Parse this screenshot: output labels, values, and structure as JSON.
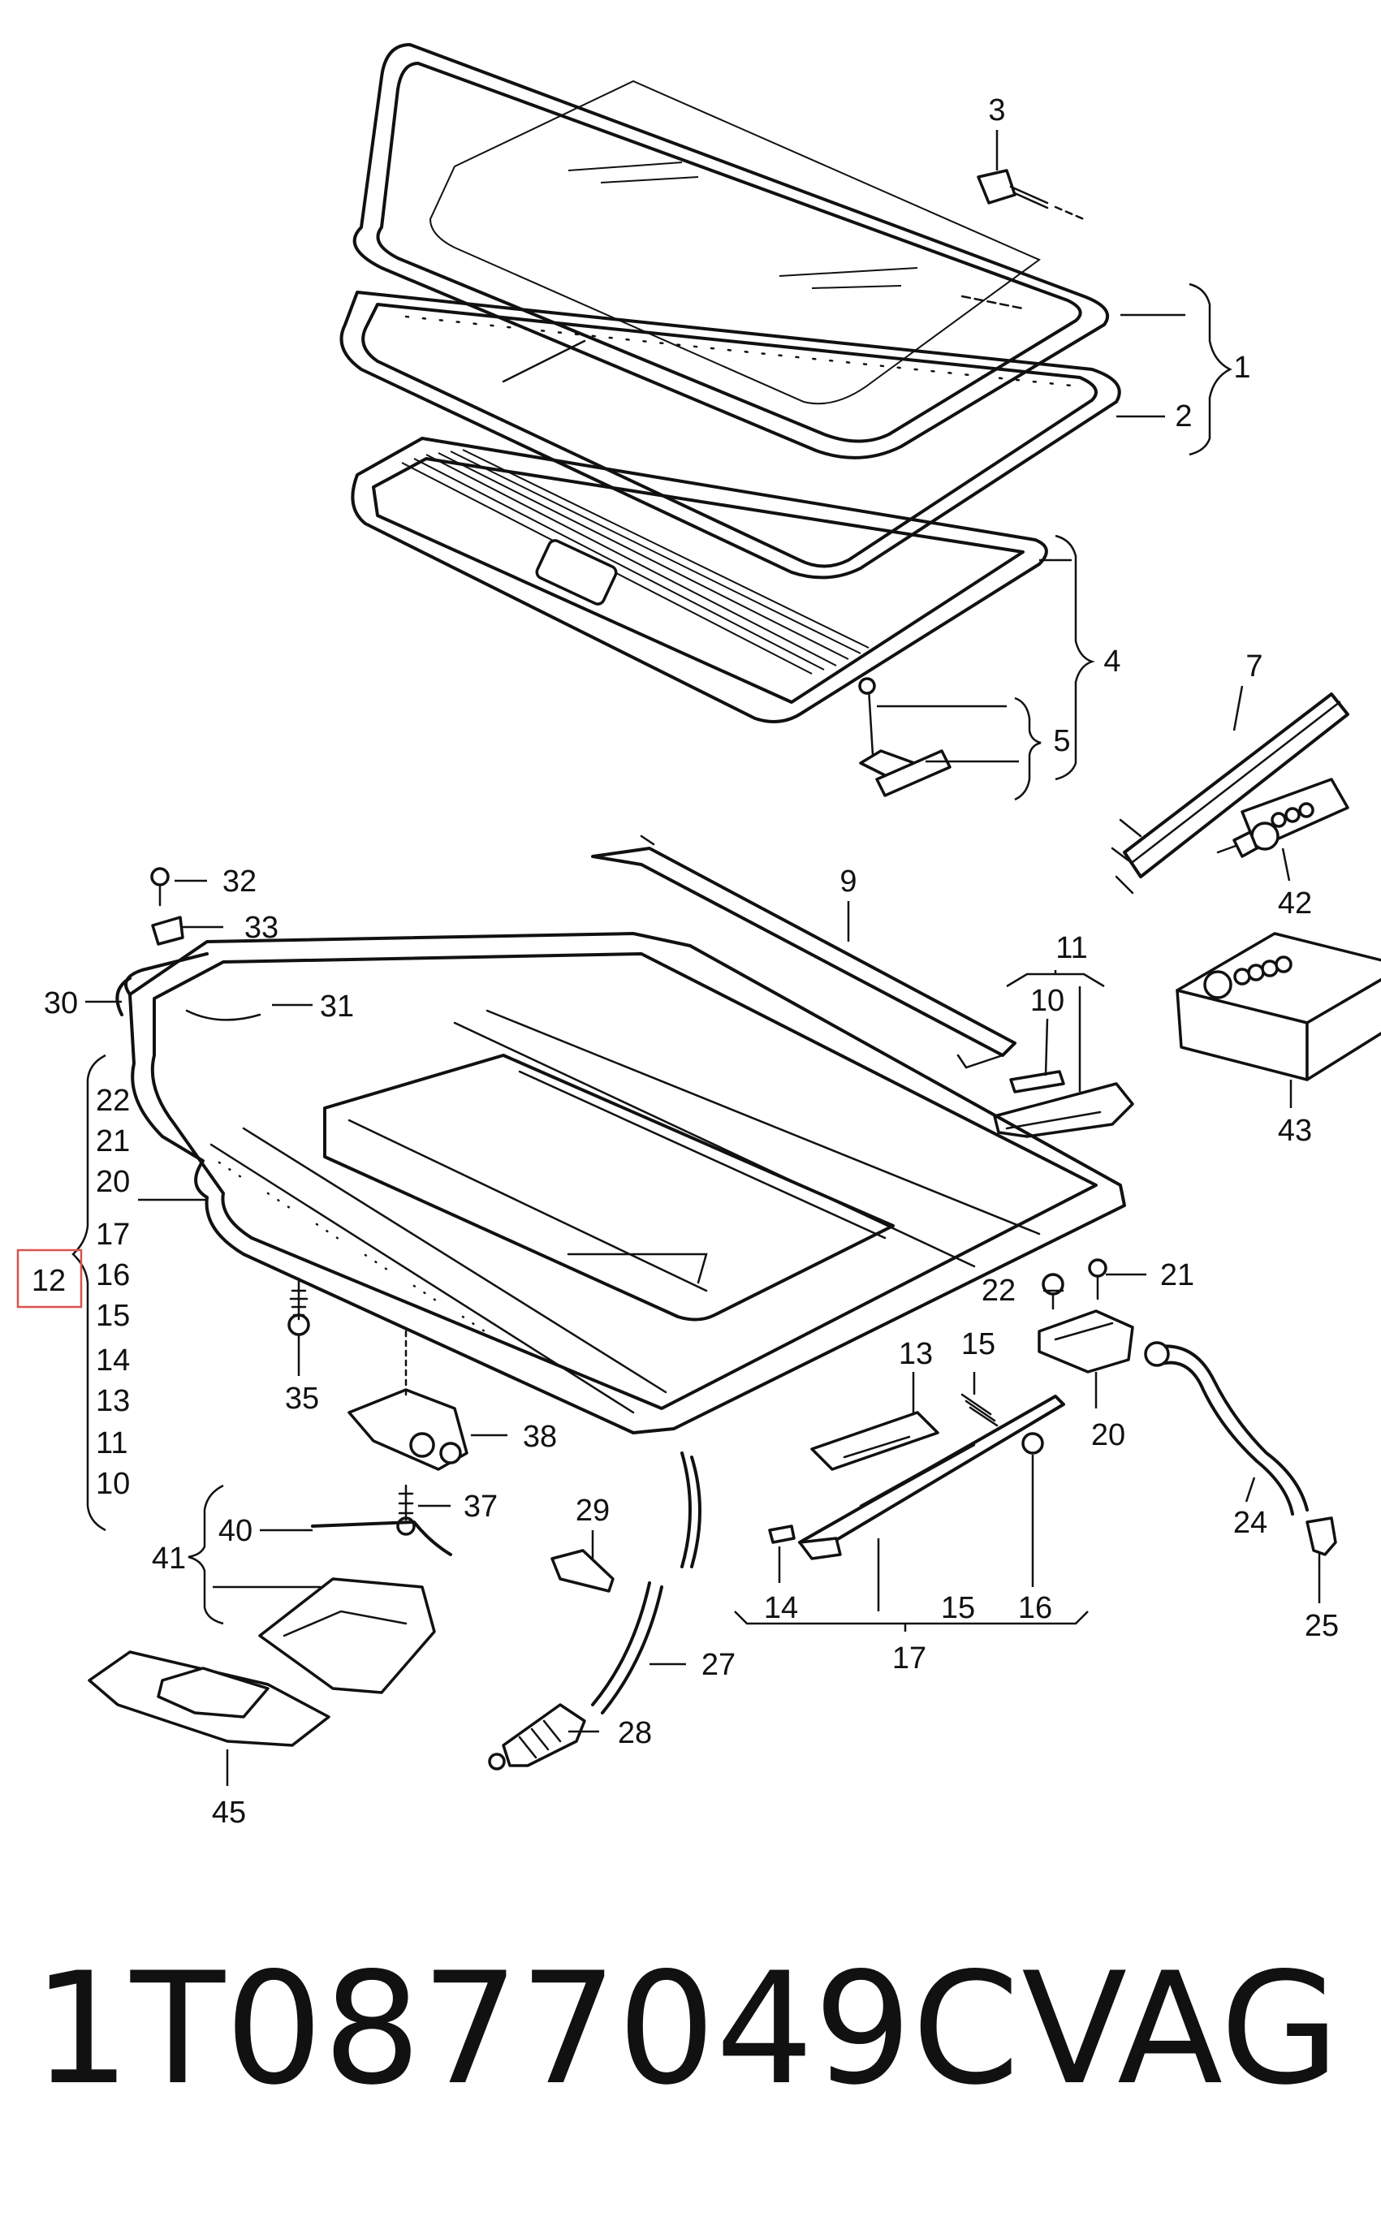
{
  "callouts": [
    {
      "id": "c3",
      "text": "3"
    },
    {
      "id": "c1",
      "text": "1"
    },
    {
      "id": "c2",
      "text": "2"
    },
    {
      "id": "c4",
      "text": "4"
    },
    {
      "id": "c5",
      "text": "5"
    },
    {
      "id": "c7",
      "text": "7"
    },
    {
      "id": "c42",
      "text": "42"
    },
    {
      "id": "c9",
      "text": "9"
    },
    {
      "id": "c11",
      "text": "11"
    },
    {
      "id": "c10",
      "text": "10"
    },
    {
      "id": "c43",
      "text": "43"
    },
    {
      "id": "c32",
      "text": "32"
    },
    {
      "id": "c33",
      "text": "33"
    },
    {
      "id": "c30",
      "text": "30"
    },
    {
      "id": "c31",
      "text": "31"
    },
    {
      "id": "c35",
      "text": "35"
    },
    {
      "id": "c38",
      "text": "38"
    },
    {
      "id": "c37",
      "text": "37"
    },
    {
      "id": "c22a",
      "text": "22"
    },
    {
      "id": "c21a",
      "text": "21"
    },
    {
      "id": "c20",
      "text": "20"
    },
    {
      "id": "c13",
      "text": "13"
    },
    {
      "id": "c15a",
      "text": "15"
    },
    {
      "id": "c24",
      "text": "24"
    },
    {
      "id": "c25",
      "text": "25"
    },
    {
      "id": "c29",
      "text": "29"
    },
    {
      "id": "c27",
      "text": "27"
    },
    {
      "id": "c28",
      "text": "28"
    },
    {
      "id": "c40",
      "text": "40"
    },
    {
      "id": "c41",
      "text": "41"
    },
    {
      "id": "c45",
      "text": "45"
    },
    {
      "id": "c14",
      "text": "14"
    },
    {
      "id": "c15b",
      "text": "15"
    },
    {
      "id": "c16",
      "text": "16"
    },
    {
      "id": "c17",
      "text": "17"
    }
  ],
  "group12": {
    "label": "12",
    "items": [
      "22",
      "21",
      "20",
      "17",
      "16",
      "15",
      "14",
      "13",
      "11",
      "10"
    ]
  },
  "caption": {
    "part_number": "1T0877049C",
    "brand": "VAG"
  }
}
